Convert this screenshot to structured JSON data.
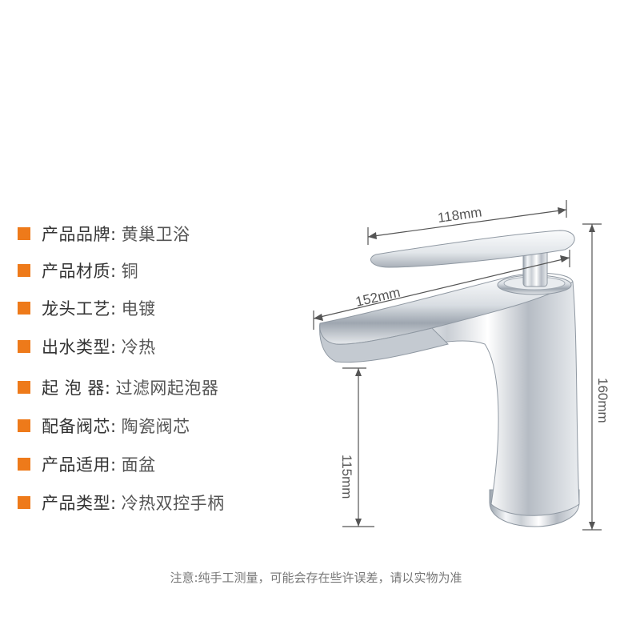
{
  "specs": [
    {
      "label": "产品品牌:",
      "value": "黄巢卫浴"
    },
    {
      "label": "产品材质:",
      "value": "铜"
    },
    {
      "label": "龙头工艺:",
      "value": "电镀"
    },
    {
      "label": "出水类型:",
      "value": "冷热"
    },
    {
      "label": "起 泡 器:",
      "value": "过滤网起泡器"
    },
    {
      "label": "配备阀芯:",
      "value": "陶瓷阀芯"
    },
    {
      "label": "产品适用:",
      "value": "面盆"
    },
    {
      "label": "产品类型:",
      "value": "冷热双控手柄"
    }
  ],
  "dimensions": {
    "handle_length": "118mm",
    "spout_length": "152mm",
    "total_height": "160mm",
    "spout_height": "115mm"
  },
  "note": "注意:纯手工测量，可能会存在些许误差，请以实物为准",
  "colors": {
    "bullet": "#ee7a1a"
  }
}
